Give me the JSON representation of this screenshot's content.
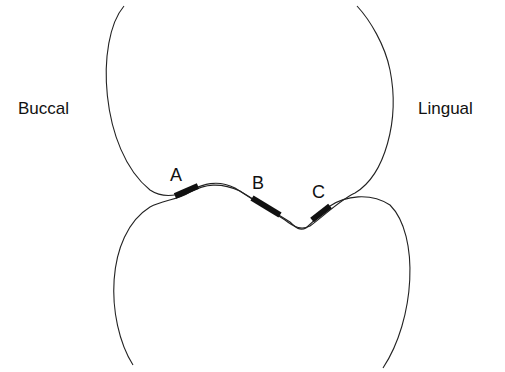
{
  "diagram": {
    "labels": [
      "Buccal",
      "A",
      "B",
      "C",
      "Lingual"
    ]
  }
}
